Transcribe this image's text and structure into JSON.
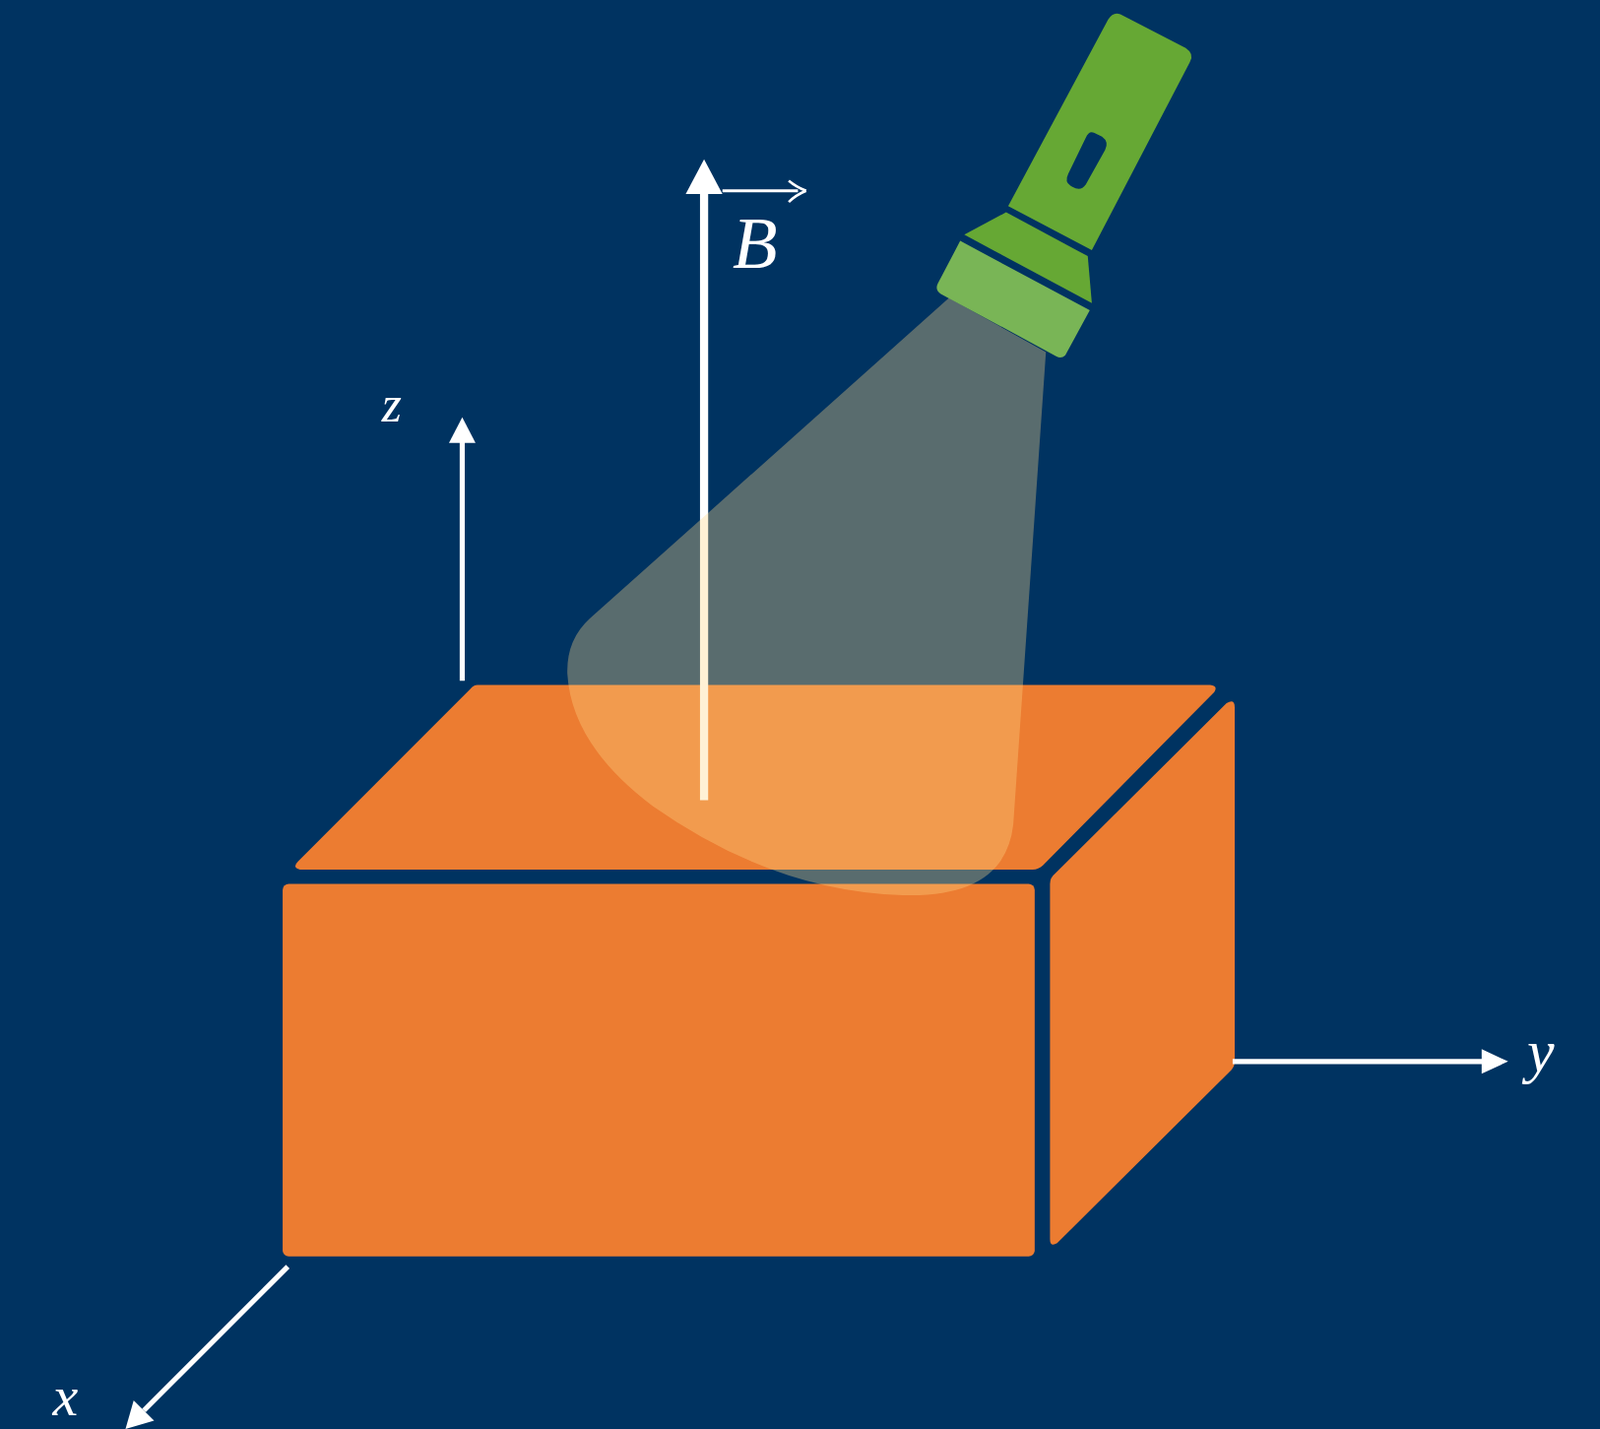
{
  "diagram": {
    "labels": [
      "z",
      "B",
      "y",
      "x"
    ]
  }
}
